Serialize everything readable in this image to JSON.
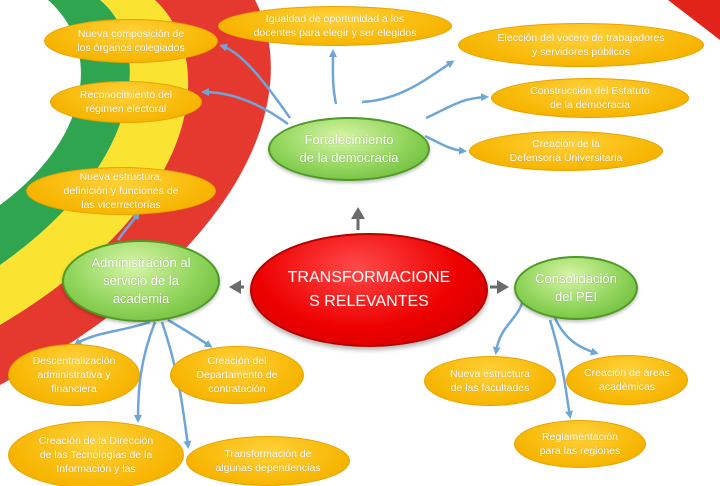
{
  "colors": {
    "flag_red": "#e2231a",
    "flag_yellow": "#f9e11b",
    "flag_green": "#179b3b",
    "connector": "#6fa6d8",
    "arrow_gray": "#6b6b6b"
  },
  "center": {
    "label": "TRANSFORMACIONE\nS RELEVANTES"
  },
  "hubs": {
    "democracy": "Fortalecimiento\nde la democracia",
    "academia": "Administración al\nservicio de la\nacademia",
    "pei": "Consolidación\ndel PEI"
  },
  "leaves": {
    "democracy": [
      "Nueva composición de\nlos órganos colegiados",
      "Igualdad de oportunidad a los\ndocentes para elegir  y ser elegidos",
      "Elección del vocero de trabajadores\ny servidores públicos",
      "Reconocimiento del\nrégimen electoral",
      "Construcción del Estatuto\nde la democracia",
      "Creación de la\nDefensoría Universitaria"
    ],
    "academia": [
      "Nueva estructura,\ndefinición y funciones  de\nlas vicerrectorías",
      "Descentralización\nadministrativa y\nfinanciera",
      "Creación del\nDepartamento de\ncontratación",
      "Creación de la Dirección\nde las Tecnologías de la\nInformación y las",
      "Transformación de\nalgunas dependencias"
    ],
    "pei": [
      "Nueva estructura\nde las facultades",
      "Creación de áreas\nacadémicas",
      "Reglamentación\npara las regiones"
    ]
  }
}
